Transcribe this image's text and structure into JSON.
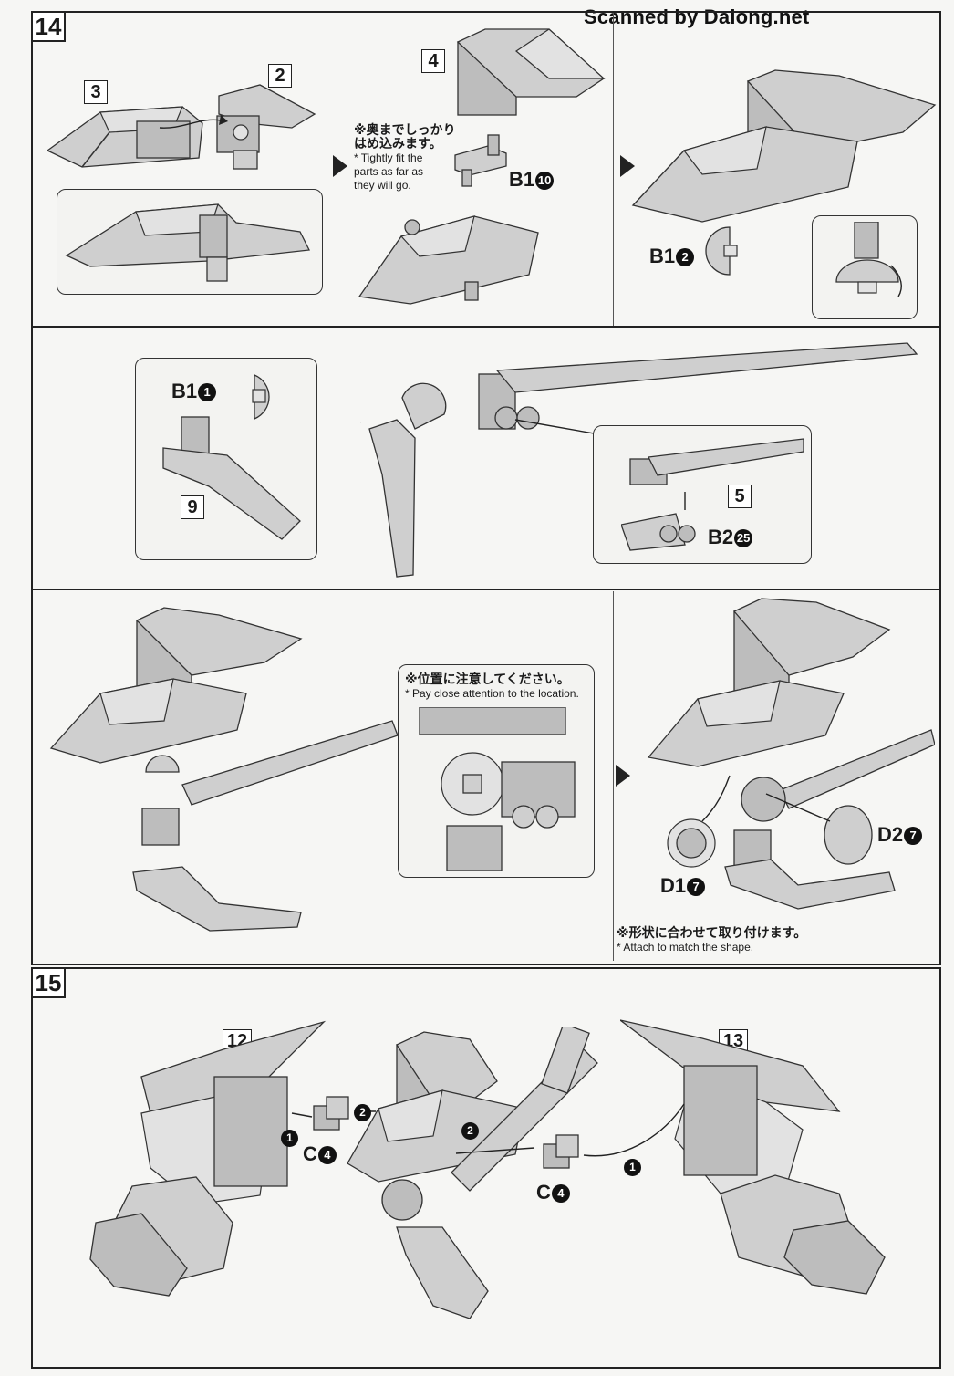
{
  "watermark": "Scanned by Dalong.net",
  "step14": {
    "number": "14",
    "row1": {
      "part_labels": [
        "3",
        "2",
        "4"
      ],
      "parts": {
        "b1_10": {
          "code": "B1",
          "num": "10"
        },
        "b1_2": {
          "code": "B1",
          "num": "2"
        }
      },
      "note_jp": "※奥までしっかりはめ込みます。",
      "note_en_1": "* Tightly fit the",
      "note_en_2": "parts as far as",
      "note_en_3": "they will go."
    },
    "row2": {
      "part_labels": [
        "9",
        "5"
      ],
      "parts": {
        "b1_1": {
          "code": "B1",
          "num": "1"
        },
        "b2_25": {
          "code": "B2",
          "num": "25"
        }
      }
    },
    "row3": {
      "note_jp": "※位置に注意してください。",
      "note_en": "* Pay close attention to the location.",
      "parts": {
        "d2_7": {
          "code": "D2",
          "num": "7"
        },
        "d1_7": {
          "code": "D1",
          "num": "7"
        }
      },
      "note2_jp": "※形状に合わせて取り付けます。",
      "note2_en": "* Attach to match the shape."
    }
  },
  "step15": {
    "number": "15",
    "part_labels": [
      "12",
      "13"
    ],
    "parts": {
      "c4_left": {
        "code": "C",
        "num": "4"
      },
      "c4_right": {
        "code": "C",
        "num": "4"
      }
    },
    "order_marks": [
      "1",
      "2",
      "2",
      "1"
    ]
  }
}
